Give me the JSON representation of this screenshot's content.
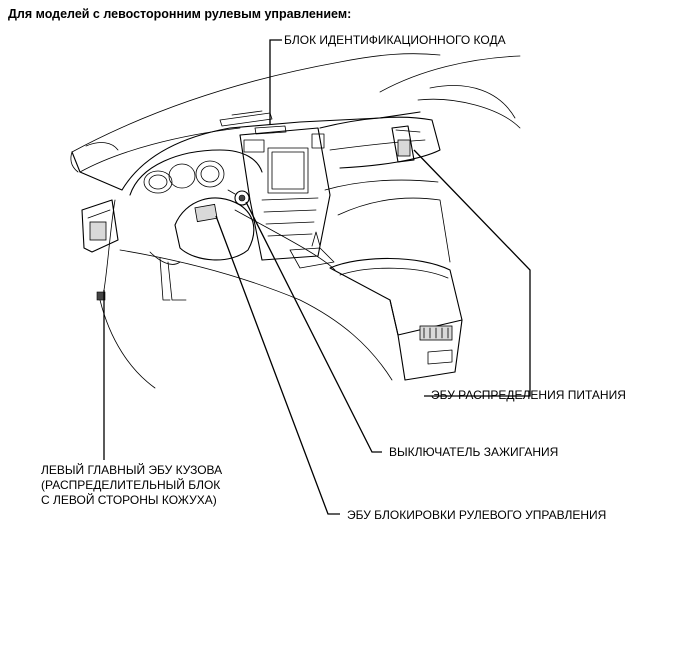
{
  "heading": "Для моделей с левосторонним рулевым управлением:",
  "callouts": {
    "id_code_box": "БЛОК ИДЕНТИФИКАЦИОННОГО КОДА",
    "power_distribution_ecu": "ЭБУ РАСПРЕДЕЛЕНИЯ ПИТАНИЯ",
    "ignition_switch": "ВЫКЛЮЧАТЕЛЬ ЗАЖИГАНИЯ",
    "main_body_ecu": [
      "ЛЕВЫЙ ГЛАВНЫЙ ЭБУ КУЗОВА",
      "(РАСПРЕДЕЛИТЕЛЬНЫЙ БЛОК",
      "С ЛЕВОЙ СТОРОНЫ КОЖУХА)"
    ],
    "steering_lock_ecu": "ЭБУ БЛОКИРОВКИ РУЛЕВОГО УПРАВЛЕНИЯ"
  }
}
